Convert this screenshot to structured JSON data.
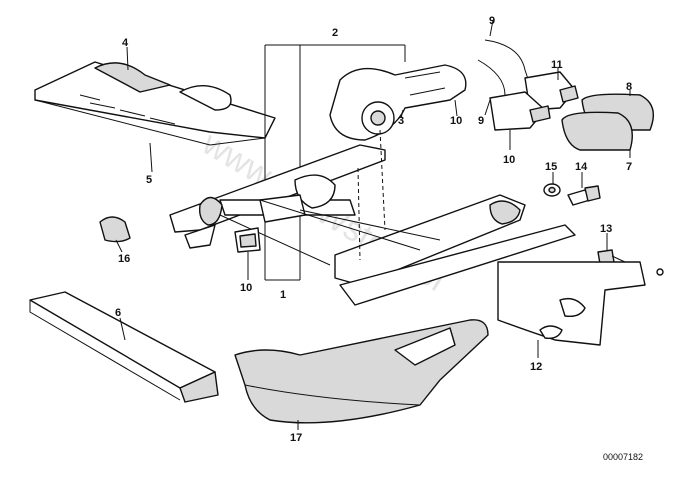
{
  "callouts": [
    {
      "id": "c2",
      "label": "2"
    },
    {
      "id": "c4",
      "label": "4"
    },
    {
      "id": "c9a",
      "label": "9"
    },
    {
      "id": "c11",
      "label": "11"
    },
    {
      "id": "c8",
      "label": "8"
    },
    {
      "id": "c3",
      "label": "3"
    },
    {
      "id": "c10a",
      "label": "10"
    },
    {
      "id": "c9b",
      "label": "9"
    },
    {
      "id": "c5",
      "label": "5"
    },
    {
      "id": "c10b",
      "label": "10"
    },
    {
      "id": "c7",
      "label": "7"
    },
    {
      "id": "c15",
      "label": "15"
    },
    {
      "id": "c14",
      "label": "14"
    },
    {
      "id": "c16",
      "label": "16"
    },
    {
      "id": "c10c",
      "label": "10"
    },
    {
      "id": "c1",
      "label": "1"
    },
    {
      "id": "c13",
      "label": "13"
    },
    {
      "id": "c6",
      "label": "6"
    },
    {
      "id": "c12",
      "label": "12"
    },
    {
      "id": "c17",
      "label": "17"
    }
  ],
  "diagram_code": "00007182",
  "watermark": "www.BMWstore.pl",
  "colors": {
    "line": "#111111",
    "background": "#ffffff",
    "shade": "#d9d9d9",
    "watermark": "#cfcfcf"
  }
}
